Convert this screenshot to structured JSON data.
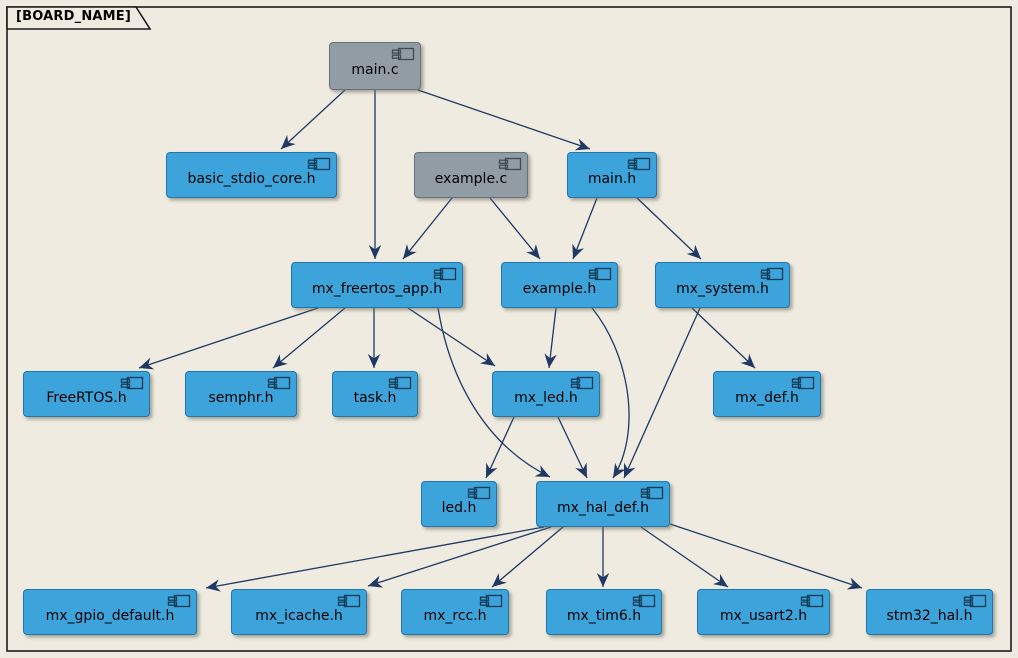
{
  "frame": {
    "title": "[BOARD_NAME]"
  },
  "colors": {
    "background": "#efebe0",
    "header_node_fill": "#3da3db",
    "header_node_border": "#2576a8",
    "source_node_fill": "#919ca4",
    "source_node_border": "#67737c",
    "arrow": "#1f3864"
  },
  "nodes": [
    {
      "id": "main.c",
      "label": "main.c",
      "type": "source-file"
    },
    {
      "id": "basic_stdio_core.h",
      "label": "basic_stdio_core.h",
      "type": "header-file"
    },
    {
      "id": "example.c",
      "label": "example.c",
      "type": "source-file"
    },
    {
      "id": "main.h",
      "label": "main.h",
      "type": "header-file"
    },
    {
      "id": "mx_freertos_app.h",
      "label": "mx_freertos_app.h",
      "type": "header-file"
    },
    {
      "id": "example.h",
      "label": "example.h",
      "type": "header-file"
    },
    {
      "id": "mx_system.h",
      "label": "mx_system.h",
      "type": "header-file"
    },
    {
      "id": "FreeRTOS.h",
      "label": "FreeRTOS.h",
      "type": "header-file"
    },
    {
      "id": "semphr.h",
      "label": "semphr.h",
      "type": "header-file"
    },
    {
      "id": "task.h",
      "label": "task.h",
      "type": "header-file"
    },
    {
      "id": "mx_led.h",
      "label": "mx_led.h",
      "type": "header-file"
    },
    {
      "id": "mx_def.h",
      "label": "mx_def.h",
      "type": "header-file"
    },
    {
      "id": "led.h",
      "label": "led.h",
      "type": "header-file"
    },
    {
      "id": "mx_hal_def.h",
      "label": "mx_hal_def.h",
      "type": "header-file"
    },
    {
      "id": "mx_gpio_default.h",
      "label": "mx_gpio_default.h",
      "type": "header-file"
    },
    {
      "id": "mx_icache.h",
      "label": "mx_icache.h",
      "type": "header-file"
    },
    {
      "id": "mx_rcc.h",
      "label": "mx_rcc.h",
      "type": "header-file"
    },
    {
      "id": "mx_tim6.h",
      "label": "mx_tim6.h",
      "type": "header-file"
    },
    {
      "id": "mx_usart2.h",
      "label": "mx_usart2.h",
      "type": "header-file"
    },
    {
      "id": "stm32_hal.h",
      "label": "stm32_hal.h",
      "type": "header-file"
    }
  ],
  "edges": [
    {
      "from": "main.c",
      "to": "basic_stdio_core.h"
    },
    {
      "from": "main.c",
      "to": "mx_freertos_app.h"
    },
    {
      "from": "main.c",
      "to": "main.h"
    },
    {
      "from": "example.c",
      "to": "mx_freertos_app.h"
    },
    {
      "from": "example.c",
      "to": "example.h"
    },
    {
      "from": "main.h",
      "to": "example.h"
    },
    {
      "from": "main.h",
      "to": "mx_system.h"
    },
    {
      "from": "mx_freertos_app.h",
      "to": "FreeRTOS.h"
    },
    {
      "from": "mx_freertos_app.h",
      "to": "semphr.h"
    },
    {
      "from": "mx_freertos_app.h",
      "to": "task.h"
    },
    {
      "from": "mx_freertos_app.h",
      "to": "mx_led.h"
    },
    {
      "from": "mx_freertos_app.h",
      "to": "mx_hal_def.h"
    },
    {
      "from": "example.h",
      "to": "mx_led.h"
    },
    {
      "from": "example.h",
      "to": "mx_hal_def.h"
    },
    {
      "from": "mx_system.h",
      "to": "mx_def.h"
    },
    {
      "from": "mx_system.h",
      "to": "mx_hal_def.h"
    },
    {
      "from": "mx_led.h",
      "to": "led.h"
    },
    {
      "from": "mx_led.h",
      "to": "mx_hal_def.h"
    },
    {
      "from": "mx_hal_def.h",
      "to": "mx_gpio_default.h"
    },
    {
      "from": "mx_hal_def.h",
      "to": "mx_icache.h"
    },
    {
      "from": "mx_hal_def.h",
      "to": "mx_rcc.h"
    },
    {
      "from": "mx_hal_def.h",
      "to": "mx_tim6.h"
    },
    {
      "from": "mx_hal_def.h",
      "to": "mx_usart2.h"
    },
    {
      "from": "mx_hal_def.h",
      "to": "stm32_hal.h"
    }
  ]
}
